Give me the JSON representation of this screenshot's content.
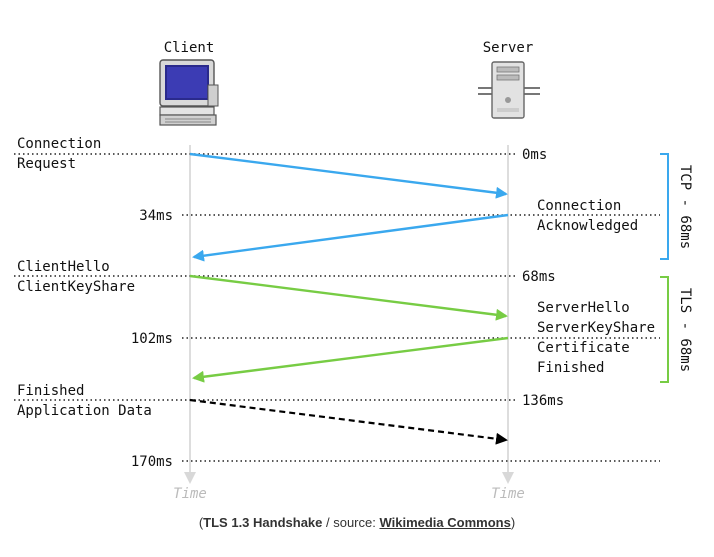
{
  "diagram": {
    "client_label": "Client",
    "server_label": "Server",
    "time_label": "Time",
    "timestamps": {
      "t0": "0ms",
      "t34": "34ms",
      "t68": "68ms",
      "t102": "102ms",
      "t136": "136ms",
      "t170": "170ms"
    },
    "client_messages": {
      "connection_request_1": "Connection",
      "connection_request_2": "Request",
      "client_hello_1": "ClientHello",
      "client_hello_2": "ClientKeyShare",
      "finished_1": "Finished",
      "finished_2": "Application Data"
    },
    "server_messages": {
      "connection_ack_1": "Connection",
      "connection_ack_2": "Acknowledged",
      "server_hello_1": "ServerHello",
      "server_hello_2": "ServerKeyShare",
      "server_hello_3": "Certificate",
      "server_hello_4": "Finished"
    },
    "phases": {
      "tcp": "TCP - 68ms",
      "tls": "TLS - 68ms"
    },
    "colors": {
      "tcp": "#3aa8ee",
      "tls": "#77cc44",
      "data": "#000000",
      "guide": "#dddddd"
    }
  },
  "caption": {
    "open": "(",
    "title": "TLS 1.3 Handshake",
    "sep": " / source: ",
    "source": "Wikimedia Commons",
    "close": ")"
  }
}
